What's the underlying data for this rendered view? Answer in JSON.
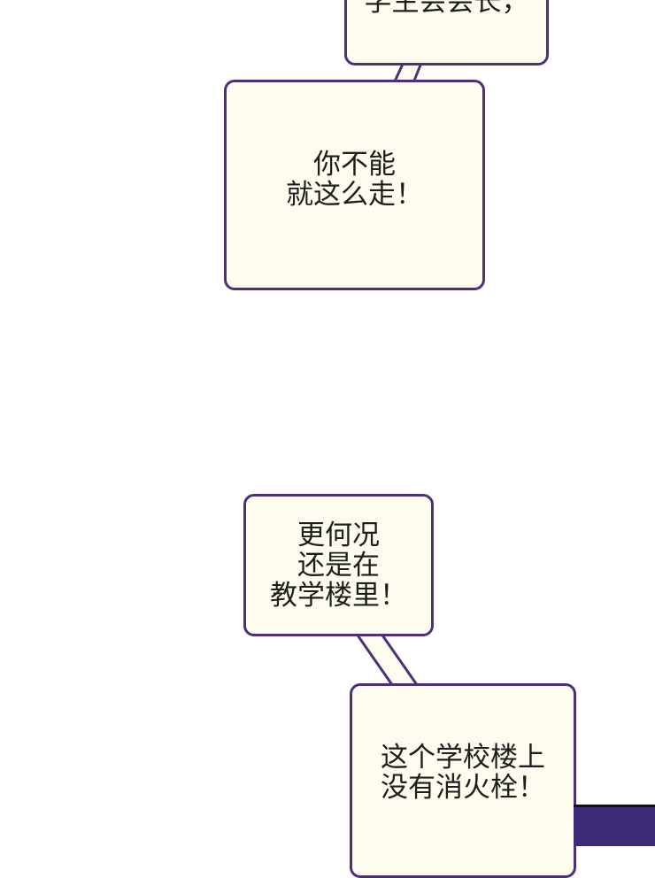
{
  "colors": {
    "bubble_fill": "#fdfcee",
    "bubble_border": "#4e2f78",
    "text": "#1e1e1e",
    "background": "#ffffff",
    "panel": "#3c2a78"
  },
  "bubbles": [
    {
      "id": "top-partial",
      "text": "学生会会长，"
    },
    {
      "id": "cant-leave",
      "text": "你不能\n就这么走！"
    },
    {
      "id": "moreover",
      "text": "更何况\n还是在\n教学楼里！"
    },
    {
      "id": "no-hydrant",
      "text": "这个学校楼上\n没有消火栓！"
    }
  ]
}
